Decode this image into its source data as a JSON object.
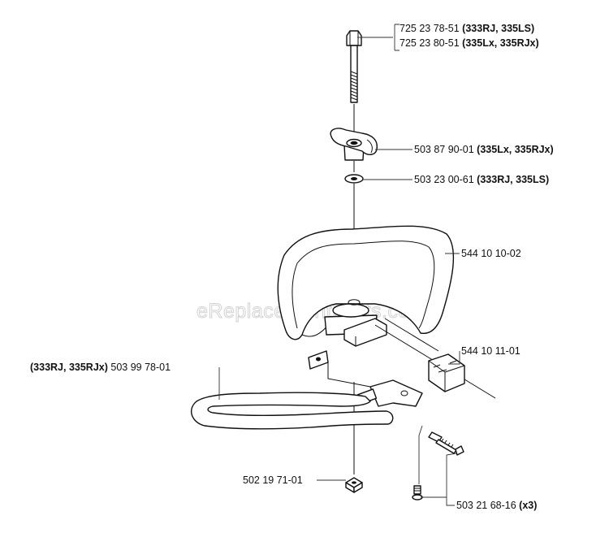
{
  "watermark": "eReplacementParts.com",
  "callouts": {
    "bolt_a": {
      "number": "725 23 78-51",
      "models": "(333RJ, 335LS)"
    },
    "bolt_b": {
      "number": "725 23 80-51",
      "models": "(335Lx, 335RJx)"
    },
    "knob": {
      "number": "503 87 90-01",
      "models": "(335Lx, 335RJx)"
    },
    "washer": {
      "number": "503 23 00-61",
      "models": "(333RJ, 335LS)"
    },
    "handle": {
      "number": "544 10 10-02"
    },
    "clamp": {
      "number": "544 10 11-01"
    },
    "guard": {
      "models": "(333RJ, 335RJx)",
      "number": "503 99 78-01"
    },
    "nut": {
      "number": "502 19 71-01"
    },
    "screw": {
      "number": "503 21 68-16",
      "qty": "(x3)"
    }
  }
}
